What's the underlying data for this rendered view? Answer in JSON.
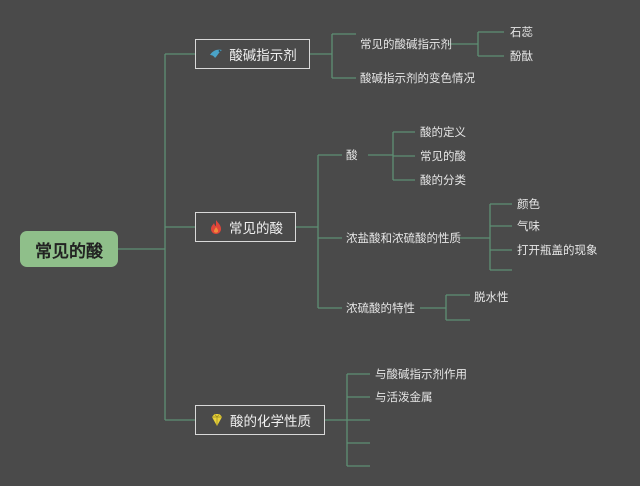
{
  "root": {
    "label": "常见的酸"
  },
  "branches": [
    {
      "label": "酸碱指示剂",
      "icon": "bird-icon",
      "icon_color": "#4aa3c8",
      "children": [
        {
          "label": "常见的酸碱指示剂",
          "children": [
            "石蕊",
            "酚酞"
          ]
        },
        {
          "label": "酸碱指示剂的变色情况"
        }
      ]
    },
    {
      "label": "常见的酸",
      "icon": "flame-icon",
      "icon_color": "#e0453a",
      "children": [
        {
          "label": "酸",
          "children": [
            "酸的定义",
            "常见的酸",
            "酸的分类"
          ]
        },
        {
          "label": "浓盐酸和浓硫酸的性质",
          "children": [
            "颜色",
            "气味",
            "打开瓶盖的现象"
          ]
        },
        {
          "label": "浓硫酸的特性",
          "children": [
            "脱水性"
          ]
        }
      ]
    },
    {
      "label": "酸的化学性质",
      "icon": "diamond-icon",
      "icon_color": "#e8d13a",
      "children": [
        {
          "label": "与酸碱指示剂作用"
        },
        {
          "label": "与活泼金属"
        }
      ]
    }
  ],
  "colors": {
    "background": "#4a4a4a",
    "connector": "#5e8f74",
    "root_fill": "#8fbf8a",
    "text": "#e6e6e6"
  }
}
